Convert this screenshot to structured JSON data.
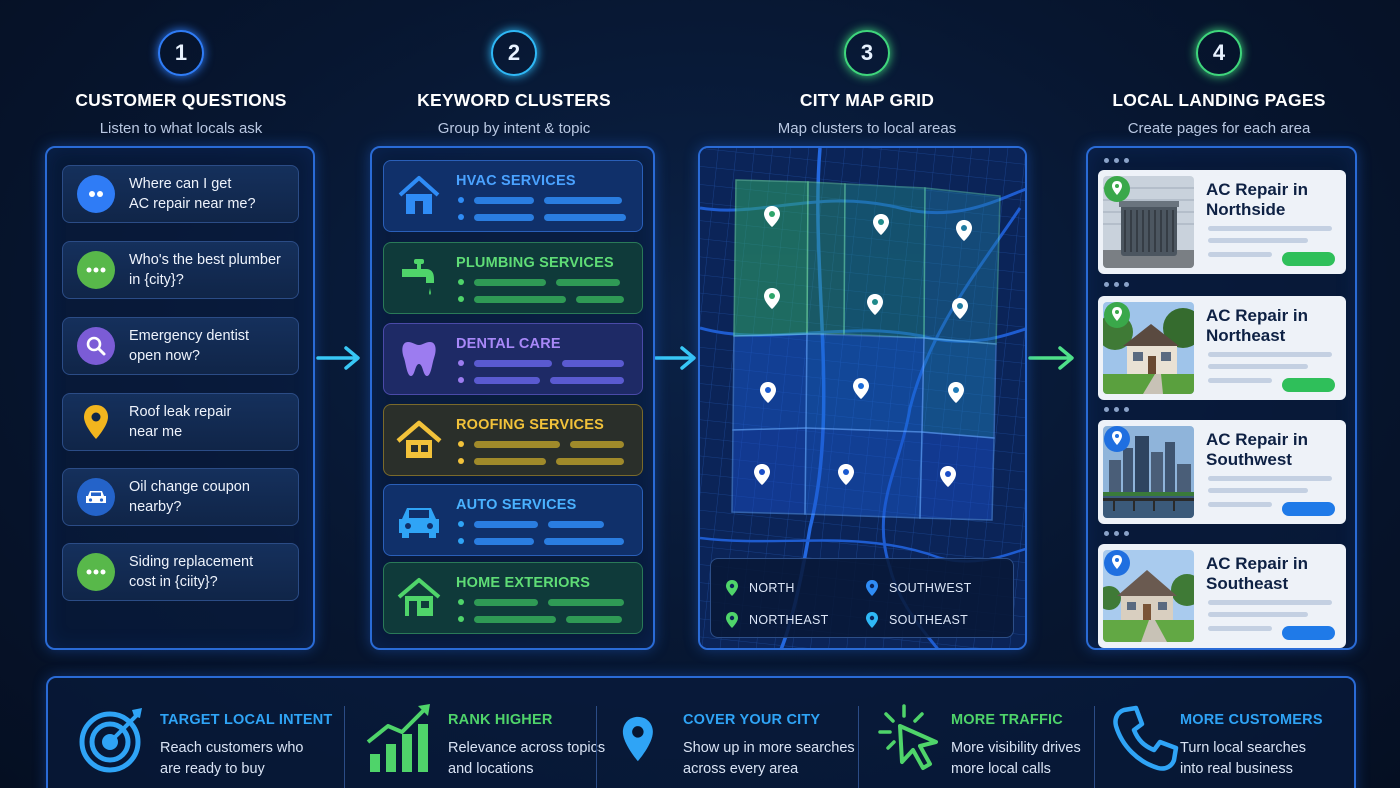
{
  "steps": [
    {
      "number": "1",
      "title": "CUSTOMER QUESTIONS",
      "subtitle": "Listen to what locals ask",
      "color": "#2f7cf6"
    },
    {
      "number": "2",
      "title": "KEYWORD CLUSTERS",
      "subtitle": "Group by intent & topic",
      "color": "#2fb8f6"
    },
    {
      "number": "3",
      "title": "CITY MAP GRID",
      "subtitle": "Map clusters to local areas",
      "color": "#3fd67c"
    },
    {
      "number": "4",
      "title": "LOCAL LANDING PAGES",
      "subtitle": "Create pages for each area",
      "color": "#3fd67c"
    }
  ],
  "questions": [
    {
      "line1": "Where can I get",
      "line2": "AC repair near me?",
      "icon": "chat-bubble-icon",
      "color": "#2f7cf6"
    },
    {
      "line1": "Who's the best plumber",
      "line2": "in {city}?",
      "icon": "chat-bubble-icon",
      "color": "#58b84a"
    },
    {
      "line1": "Emergency dentist",
      "line2": "open now?",
      "icon": "search-icon",
      "color": "#7b5cd6"
    },
    {
      "line1": "Roof leak repair",
      "line2": "near me",
      "icon": "location-pin-icon",
      "color": "#f2b51e"
    },
    {
      "line1": "Oil change coupon",
      "line2": "nearby?",
      "icon": "car-icon",
      "color": "#2463c9"
    },
    {
      "line1": "Siding replacement",
      "line2": "cost in {ciity}?",
      "icon": "chat-bubble-icon",
      "color": "#58b84a"
    }
  ],
  "clusters": [
    {
      "title": "HVAC SERVICES",
      "icon": "house-icon",
      "color": "#2f8cf6",
      "bg": "#10306a",
      "border": "#2a5fb8"
    },
    {
      "title": "PLUMBING SERVICES",
      "icon": "faucet-icon",
      "color": "#4fd46a",
      "bg": "#0f3a3a",
      "border": "#2a7a58"
    },
    {
      "title": "DENTAL CARE",
      "icon": "tooth-icon",
      "color": "#9c7cf0",
      "bg": "#1e2a66",
      "border": "#4a4aa8"
    },
    {
      "title": "ROOFING SERVICES",
      "icon": "roof-house-icon",
      "color": "#f2c23a",
      "bg": "#2a2f2a",
      "border": "#7a6a2a"
    },
    {
      "title": "AUTO SERVICES",
      "icon": "car-icon",
      "color": "#2fa4f6",
      "bg": "#10306a",
      "border": "#2a5fb8"
    },
    {
      "title": "HOME EXTERIORS",
      "icon": "house-icon",
      "color": "#4fd46a",
      "bg": "#0f3a3a",
      "border": "#2a7a58"
    }
  ],
  "legend": [
    {
      "label": "NORTH",
      "color": "#4fd46a"
    },
    {
      "label": "SOUTHWEST",
      "color": "#2f8cf6"
    },
    {
      "label": "NORTHEAST",
      "color": "#4fd46a"
    },
    {
      "label": "SOUTHEAST",
      "color": "#2fb8f6"
    }
  ],
  "landing_pages": [
    {
      "line1": "AC Repair in",
      "line2": "Northside",
      "image": "ac-unit-image",
      "pin_color": "#3aa84a",
      "button_color": "#2fbf5a"
    },
    {
      "line1": "AC Repair in",
      "line2": "Northeast",
      "image": "suburban-house-image",
      "pin_color": "#3aa84a",
      "button_color": "#2fbf5a"
    },
    {
      "line1": "AC Repair in",
      "line2": "Southwest",
      "image": "city-skyline-image",
      "pin_color": "#1f6fe0",
      "button_color": "#1f7ae8"
    },
    {
      "line1": "AC Repair in",
      "line2": "Southeast",
      "image": "house-lawn-image",
      "pin_color": "#1f6fe0",
      "button_color": "#1f7ae8"
    }
  ],
  "benefits": [
    {
      "title": "TARGET LOCAL INTENT",
      "line1": "Reach customers who",
      "line2": "are ready to buy",
      "icon": "target-icon",
      "color": "#2fa4f6"
    },
    {
      "title": "RANK HIGHER",
      "line1": "Relevance across topics",
      "line2": "and locations",
      "icon": "growth-chart-icon",
      "color": "#4fd46a"
    },
    {
      "title": "COVER YOUR CITY",
      "line1": "Show up in more searches",
      "line2": "across every area",
      "icon": "location-pin-icon",
      "color": "#2fa4f6"
    },
    {
      "title": "MORE TRAFFIC",
      "line1": "More visibility drives",
      "line2": "more local calls",
      "icon": "cursor-click-icon",
      "color": "#4fd46a"
    },
    {
      "title": "MORE CUSTOMERS",
      "line1": "Turn local searches",
      "line2": "into real business",
      "icon": "phone-icon",
      "color": "#2fa4f6"
    }
  ]
}
